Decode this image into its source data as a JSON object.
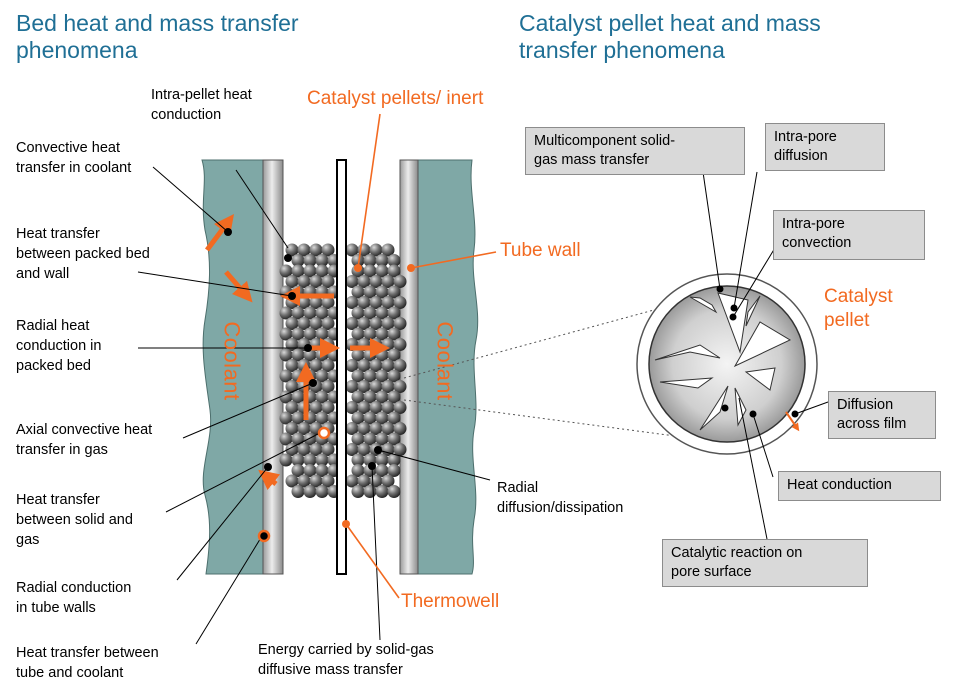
{
  "headings": {
    "bed": "Bed heat and mass transfer\nphenomena",
    "pellet": "Catalyst pellet heat and mass\ntransfer phenomena"
  },
  "orange_labels": {
    "catalyst_pellets": "Catalyst  pellets/  inert",
    "tube_wall": "Tube wall",
    "thermowell": "Thermowell",
    "catalyst_pellet": "Catalyst\npellet",
    "coolant_left": "Coolant",
    "coolant_right": "Coolant"
  },
  "bed_labels": {
    "intra_pellet": "Intra-pellet heat\nconduction",
    "convective_coolant": "Convective heat\ntransfer in coolant",
    "bed_wall": "Heat transfer\nbetween packed bed\nand wall",
    "radial_conduction": "Radial heat\nconduction in\npacked bed",
    "axial_convective": "Axial convective heat\ntransfer in gas",
    "solid_gas": "Heat transfer\nbetween solid and\ngas",
    "tube_walls": "Radial conduction\nin tube walls",
    "tube_coolant": "Heat transfer between\ntube and coolant",
    "energy_carried": "Energy carried by solid-gas\ndiffusive mass transfer",
    "radial_diffusion": "Radial\ndiffusion/dissipation"
  },
  "pellet_boxes": {
    "multicomponent": "Multicomponent solid-\ngas mass transfer",
    "intra_pore_diffusion": "Intra-pore\ndiffusion",
    "intra_pore_convection": "Intra-pore\nconvection",
    "diffusion_film": "Diffusion\nacross film",
    "heat_conduction": "Heat conduction",
    "catalytic_reaction": "Catalytic reaction on\npore surface"
  },
  "colors": {
    "heading": "#1f6f95",
    "accent": "#f26a21",
    "coolant_fill": "#7fa8a6",
    "box_fill": "#d9d9d9"
  }
}
